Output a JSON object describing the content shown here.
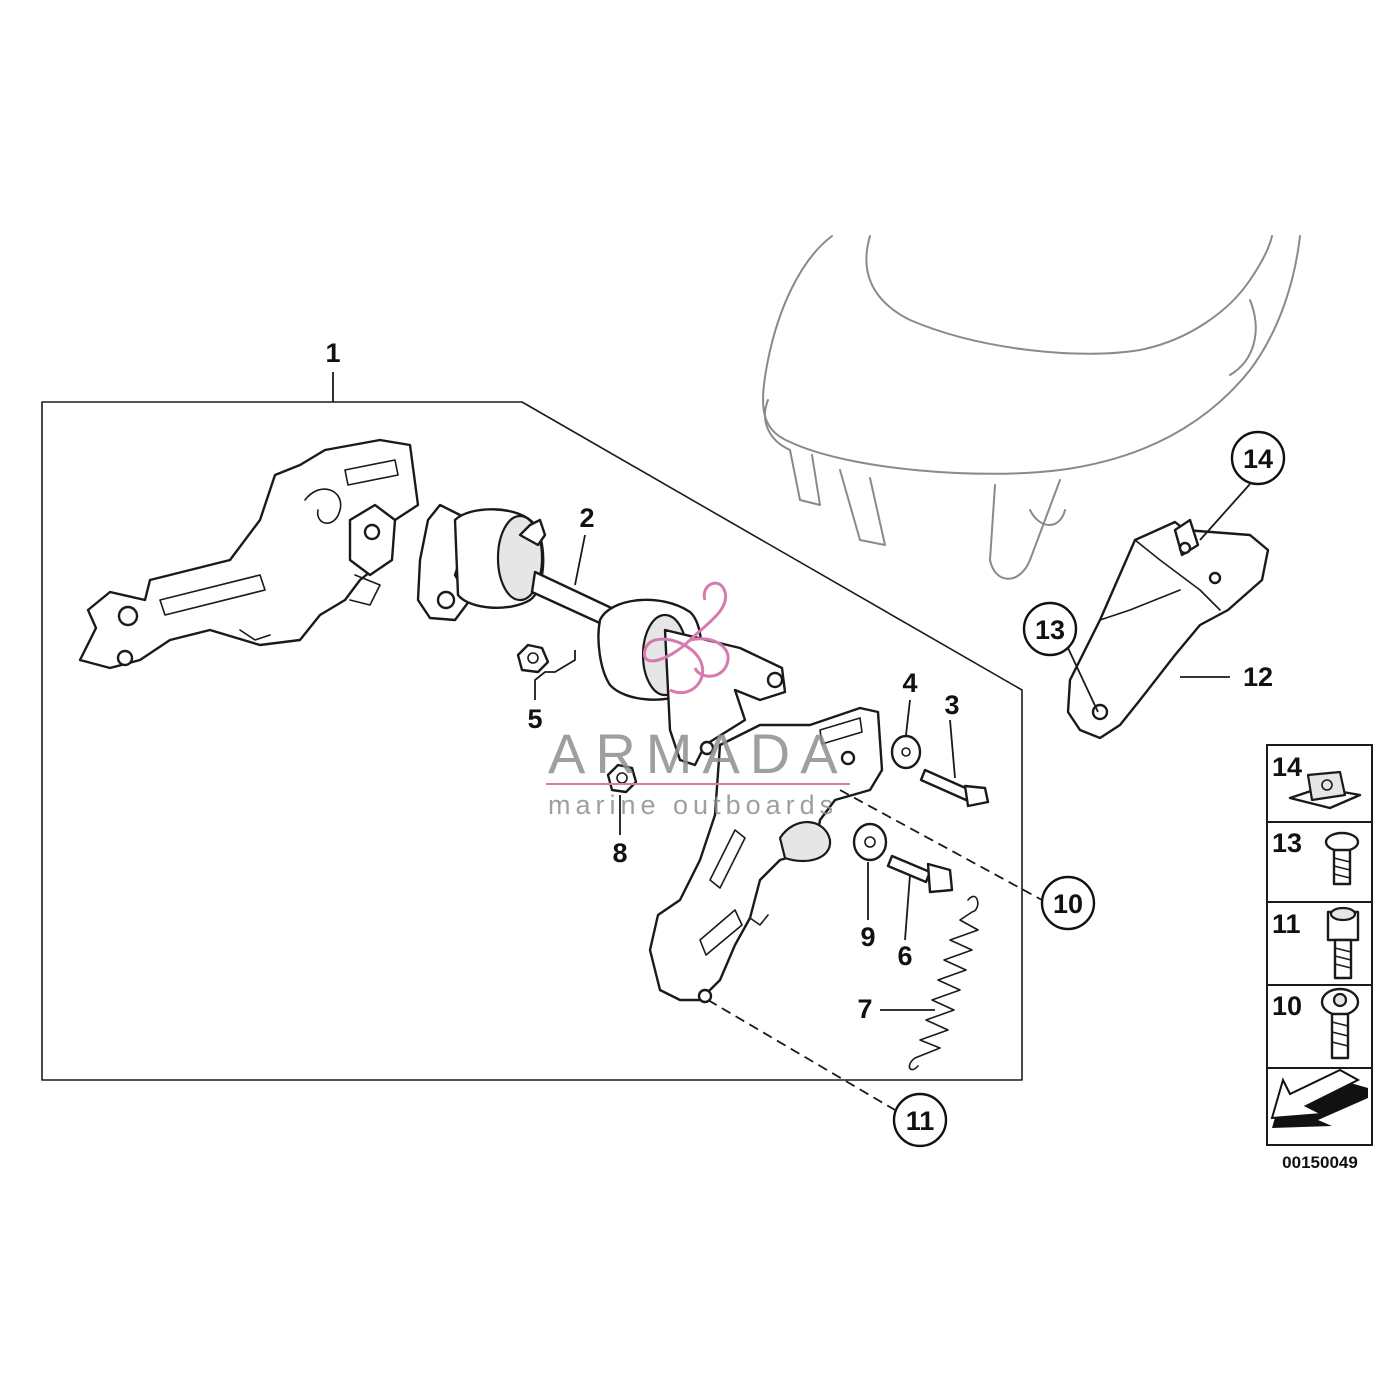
{
  "callouts": {
    "c1": "1",
    "c2": "2",
    "c3": "3",
    "c4": "4",
    "c5": "5",
    "c6": "6",
    "c7": "7",
    "c8": "8",
    "c9": "9",
    "c10": "10",
    "c11": "11",
    "c12": "12",
    "c13": "13",
    "c14": "14"
  },
  "legend": {
    "items": [
      "14",
      "13",
      "11",
      "10"
    ]
  },
  "reference_number": "00150049",
  "watermark": {
    "brand": "ARMADA",
    "tagline": "marine outboards",
    "accent_color": "#d77ab0"
  },
  "colors": {
    "line": "#1a1a1a",
    "ghost": "#8a8a8a",
    "shade": "#e6e6e6"
  }
}
